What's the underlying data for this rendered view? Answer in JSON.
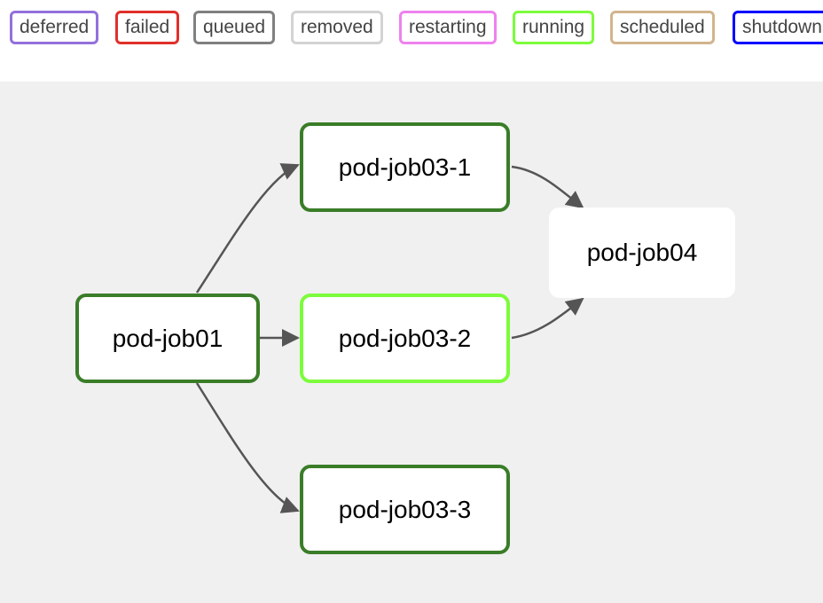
{
  "legend": {
    "items": [
      {
        "label": "deferred",
        "color": "#9370db"
      },
      {
        "label": "failed",
        "color": "#e0302a"
      },
      {
        "label": "queued",
        "color": "#808080"
      },
      {
        "label": "removed",
        "color": "#d3d3d3"
      },
      {
        "label": "restarting",
        "color": "#ee82ee"
      },
      {
        "label": "running",
        "color": "#7cfc3c"
      },
      {
        "label": "scheduled",
        "color": "#d2b48c"
      },
      {
        "label": "shutdown",
        "color": "#0000ff"
      }
    ]
  },
  "graph": {
    "nodes": [
      {
        "id": "pod-job01",
        "label": "pod-job01",
        "state": "success",
        "border_color": "#3a7d28"
      },
      {
        "id": "pod-job03-1",
        "label": "pod-job03-1",
        "state": "success",
        "border_color": "#3a7d28"
      },
      {
        "id": "pod-job03-2",
        "label": "pod-job03-2",
        "state": "running",
        "border_color": "#7cfc3c"
      },
      {
        "id": "pod-job03-3",
        "label": "pod-job03-3",
        "state": "success",
        "border_color": "#3a7d28"
      },
      {
        "id": "pod-job04",
        "label": "pod-job04",
        "state": "none",
        "border_color": "#ffffff"
      }
    ],
    "edges": [
      {
        "from": "pod-job01",
        "to": "pod-job03-1"
      },
      {
        "from": "pod-job01",
        "to": "pod-job03-2"
      },
      {
        "from": "pod-job01",
        "to": "pod-job03-3"
      },
      {
        "from": "pod-job03-1",
        "to": "pod-job04"
      },
      {
        "from": "pod-job03-2",
        "to": "pod-job04"
      }
    ]
  }
}
